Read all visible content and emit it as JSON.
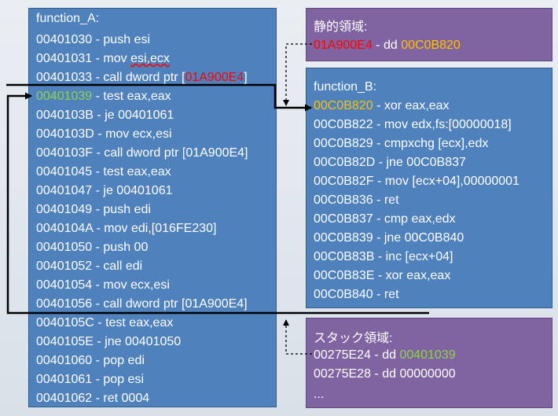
{
  "function_a": {
    "title": "function_A:",
    "lines": [
      {
        "addr": "00401030",
        "sep": " - ",
        "instr": "push esi",
        "bracket": "",
        "tail": ""
      },
      {
        "addr": "00401031",
        "sep": " - ",
        "instr": "mov ",
        "bracket": "esi,ecx",
        "tail": ""
      },
      {
        "addr": "00401033",
        "sep": " - ",
        "instr": "call dword ptr [",
        "bracket": "01A900E4",
        "tail": "]"
      },
      {
        "addr": "00401039",
        "sep": " - ",
        "instr": "test eax,eax",
        "bracket": "",
        "tail": ""
      },
      {
        "addr": "0040103B",
        "sep": " - ",
        "instr": "je 00401061",
        "bracket": "",
        "tail": ""
      },
      {
        "addr": "0040103D",
        "sep": " - ",
        "instr": " mov ecx,esi",
        "bracket": "",
        "tail": ""
      },
      {
        "addr": "0040103F",
        "sep": " - ",
        "instr": "call dword ptr [01A900E4]",
        "bracket": "",
        "tail": ""
      },
      {
        "addr": "00401045",
        "sep": " - ",
        "instr": "test eax,eax",
        "bracket": "",
        "tail": ""
      },
      {
        "addr": "00401047",
        "sep": " - ",
        "instr": "je 00401061",
        "bracket": "",
        "tail": ""
      },
      {
        "addr": "00401049",
        "sep": " - ",
        "instr": "push edi",
        "bracket": "",
        "tail": ""
      },
      {
        "addr": "0040104A",
        "sep": " - ",
        "instr": "mov edi,[016FE230]",
        "bracket": "",
        "tail": ""
      },
      {
        "addr": "00401050",
        "sep": " - ",
        "instr": "push 00",
        "bracket": "",
        "tail": ""
      },
      {
        "addr": "00401052",
        "sep": " - ",
        "instr": "call edi",
        "bracket": "",
        "tail": ""
      },
      {
        "addr": "00401054",
        "sep": " - ",
        "instr": "mov ecx,esi",
        "bracket": "",
        "tail": ""
      },
      {
        "addr": "00401056",
        "sep": " - ",
        "instr": "call dword ptr [01A900E4]",
        "bracket": "",
        "tail": ""
      },
      {
        "addr": "0040105C",
        "sep": " - ",
        "instr": "test eax,eax",
        "bracket": "",
        "tail": ""
      },
      {
        "addr": "0040105E",
        "sep": " - ",
        "instr": "jne 00401050",
        "bracket": "",
        "tail": ""
      },
      {
        "addr": "00401060",
        "sep": " - ",
        "instr": "pop edi",
        "bracket": "",
        "tail": ""
      },
      {
        "addr": "00401061",
        "sep": " - ",
        "instr": "pop esi",
        "bracket": "",
        "tail": ""
      },
      {
        "addr": "00401062",
        "sep": " - ",
        "instr": "ret 0004",
        "bracket": "",
        "tail": ""
      }
    ]
  },
  "static_area": {
    "title": "静的領域:",
    "addr": "01A900E4",
    "sep": " - dd ",
    "value": "00C0B820"
  },
  "function_b": {
    "title": "function_B:",
    "lines": [
      {
        "addr": "00C0B820",
        "sep": " - ",
        "instr": "xor eax,eax"
      },
      {
        "addr": "00C0B822",
        "sep": " - ",
        "instr": "mov edx,fs:[00000018]"
      },
      {
        "addr": "00C0B829",
        "sep": " - ",
        "instr": "cmpxchg [ecx],edx"
      },
      {
        "addr": "00C0B82D",
        "sep": " - ",
        "instr": "jne 00C0B837"
      },
      {
        "addr": "00C0B82F",
        "sep": " - ",
        "instr": "mov [ecx+04],00000001"
      },
      {
        "addr": "00C0B836",
        "sep": " - ",
        "instr": "ret"
      },
      {
        "addr": "00C0B837",
        "sep": " - ",
        "instr": "cmp eax,edx"
      },
      {
        "addr": "00C0B839",
        "sep": " - ",
        "instr": "jne 00C0B840"
      },
      {
        "addr": "00C0B83B",
        "sep": " - ",
        "instr": "inc [ecx+04]"
      },
      {
        "addr": "00C0B83E",
        "sep": " - ",
        "instr": "xor eax,eax"
      },
      {
        "addr": "00C0B840",
        "sep": " - ",
        "instr": "ret"
      }
    ]
  },
  "stack_area": {
    "title": "スタック領域:",
    "lines": [
      {
        "addr": "00275E24",
        "sep": " - dd ",
        "value": "00401039"
      },
      {
        "addr": "00275E28",
        "sep": " - dd ",
        "value": "00000000"
      }
    ],
    "ellipsis": "..."
  },
  "colors": {
    "blue_box": "#4f81bd",
    "purple_box": "#8064a2",
    "red": "#ff0000",
    "orange": "#ffc000",
    "green": "#92d050",
    "arrow": "#000000"
  }
}
